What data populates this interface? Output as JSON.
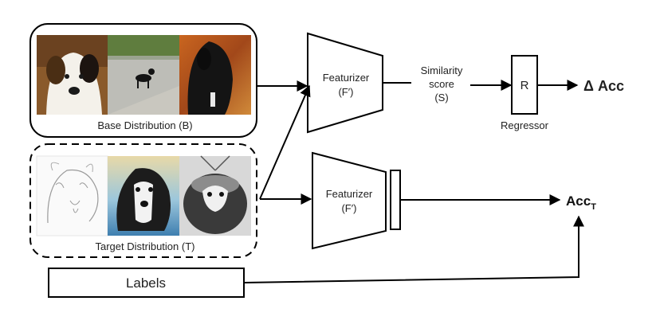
{
  "base": {
    "caption": "Base Distribution (B)"
  },
  "target": {
    "caption": "Target Distribution (T)"
  },
  "featurizer_top": {
    "line1": "Featurizer",
    "line2": "(F′)"
  },
  "featurizer_bottom": {
    "line1": "Featurizer",
    "line2": "(F′)"
  },
  "similarity": {
    "line1": "Similarity",
    "line2": "score",
    "line3": "(S)"
  },
  "regressor": {
    "box_label": "R",
    "caption": "Regressor"
  },
  "delta_acc": {
    "label": "Δ Acc"
  },
  "acc_t": {
    "main": "Acc",
    "sub": "T"
  },
  "labels_box": {
    "label": "Labels"
  },
  "images": {
    "base": [
      "dog-photo-icon",
      "dog-on-road-photo-icon",
      "black-dog-autumn-photo-icon"
    ],
    "target": [
      "dog-sketch-icon",
      "dog-painting-icon",
      "dog-in-hanging-basket-icon"
    ]
  }
}
